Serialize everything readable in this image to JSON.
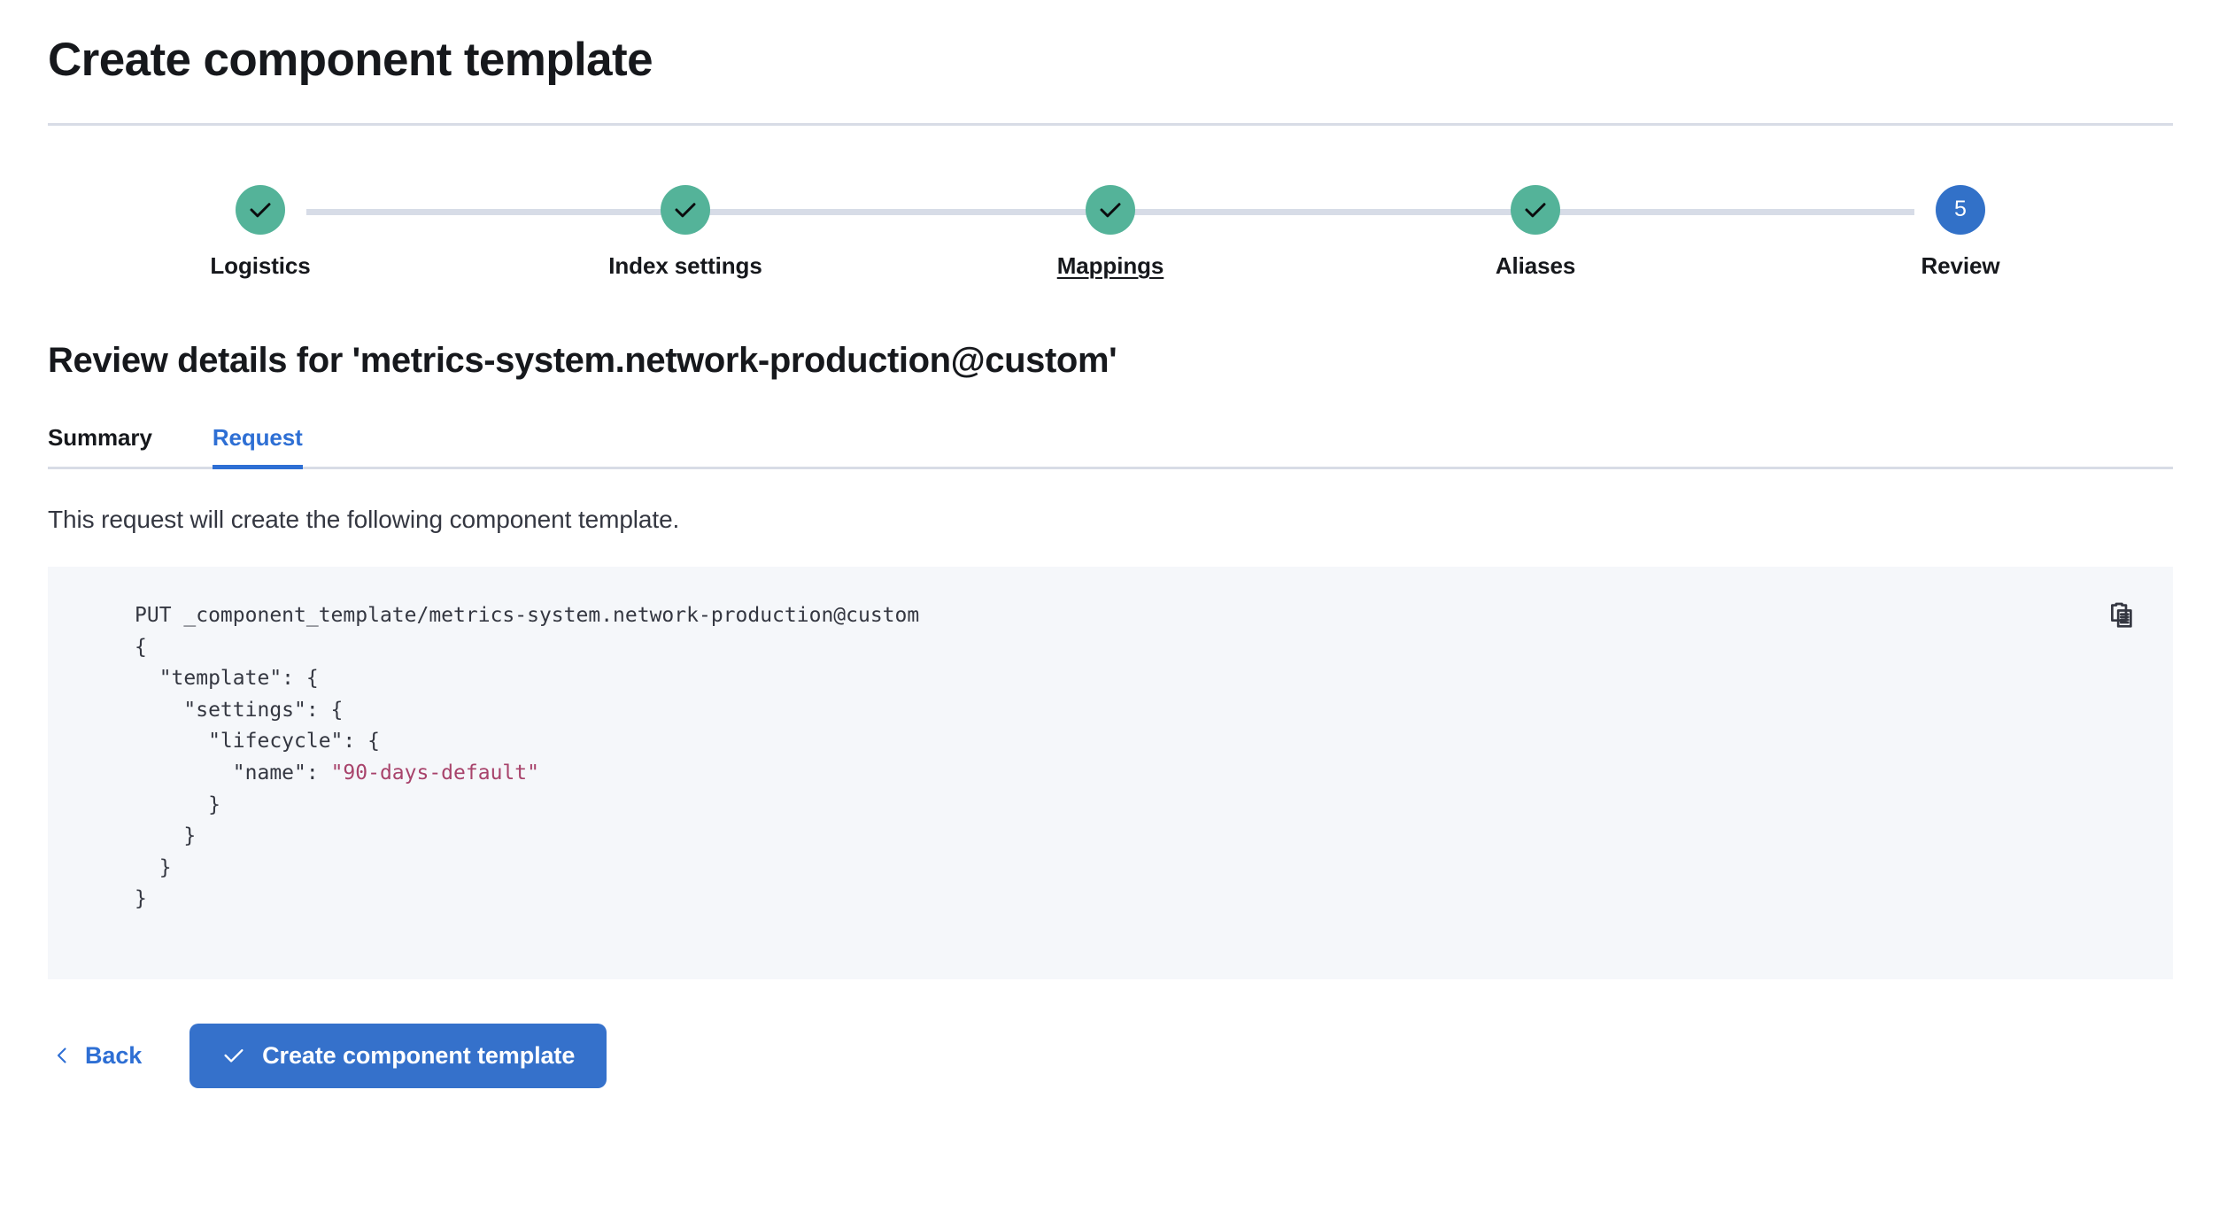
{
  "page": {
    "title": "Create component template"
  },
  "stepper": {
    "steps": [
      {
        "label": "Logistics",
        "state": "complete",
        "icon": "check-icon",
        "number": "1",
        "underlined": false
      },
      {
        "label": "Index settings",
        "state": "complete",
        "icon": "check-icon",
        "number": "2",
        "underlined": false
      },
      {
        "label": "Mappings",
        "state": "complete",
        "icon": "check-icon",
        "number": "3",
        "underlined": true
      },
      {
        "label": "Aliases",
        "state": "complete",
        "icon": "check-icon",
        "number": "4",
        "underlined": false
      },
      {
        "label": "Review",
        "state": "current",
        "icon": "number",
        "number": "5",
        "underlined": false
      }
    ],
    "colors": {
      "complete": "#54B399",
      "current": "#3271C8",
      "track": "#D7DCE7"
    }
  },
  "review": {
    "heading": "Review details for 'metrics-system.network-production@custom'",
    "tabs": [
      {
        "label": "Summary",
        "active": false
      },
      {
        "label": "Request",
        "active": true
      }
    ],
    "description": "This request will create the following component template.",
    "request": {
      "method_and_path": "PUT _component_template/metrics-system.network-production@custom",
      "body_lines": [
        "{",
        "  \"template\": {",
        "    \"settings\": {",
        "      \"lifecycle\": {",
        "        \"name\": ",
        "      }",
        "    }",
        "  }",
        "}"
      ],
      "lifecycle_name_value": "\"90-days-default\"",
      "copy_icon": "copy-clipboard-icon",
      "string_color": "#A8436B"
    }
  },
  "actions": {
    "back_label": "Back",
    "back_icon": "chevron-left-icon",
    "submit_label": "Create component template",
    "submit_icon": "check-icon",
    "submit_color": "#3571CB"
  }
}
